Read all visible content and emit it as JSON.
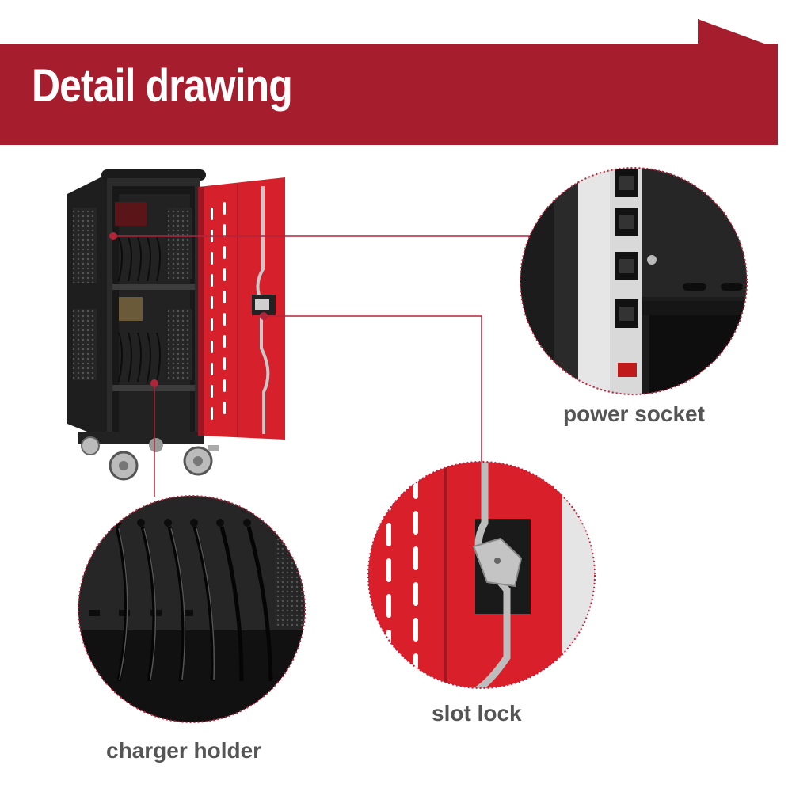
{
  "header": {
    "title": "Detail drawing"
  },
  "callouts": {
    "power_socket": "power socket",
    "slot_lock": "slot lock",
    "charger_holder": "charger holder"
  },
  "colors": {
    "banner": "#a61e2e",
    "door_red": "#d8202c",
    "cabinet_black": "#2a2a2a",
    "leader_line": "#b0243a",
    "caption_text": "#555555"
  }
}
